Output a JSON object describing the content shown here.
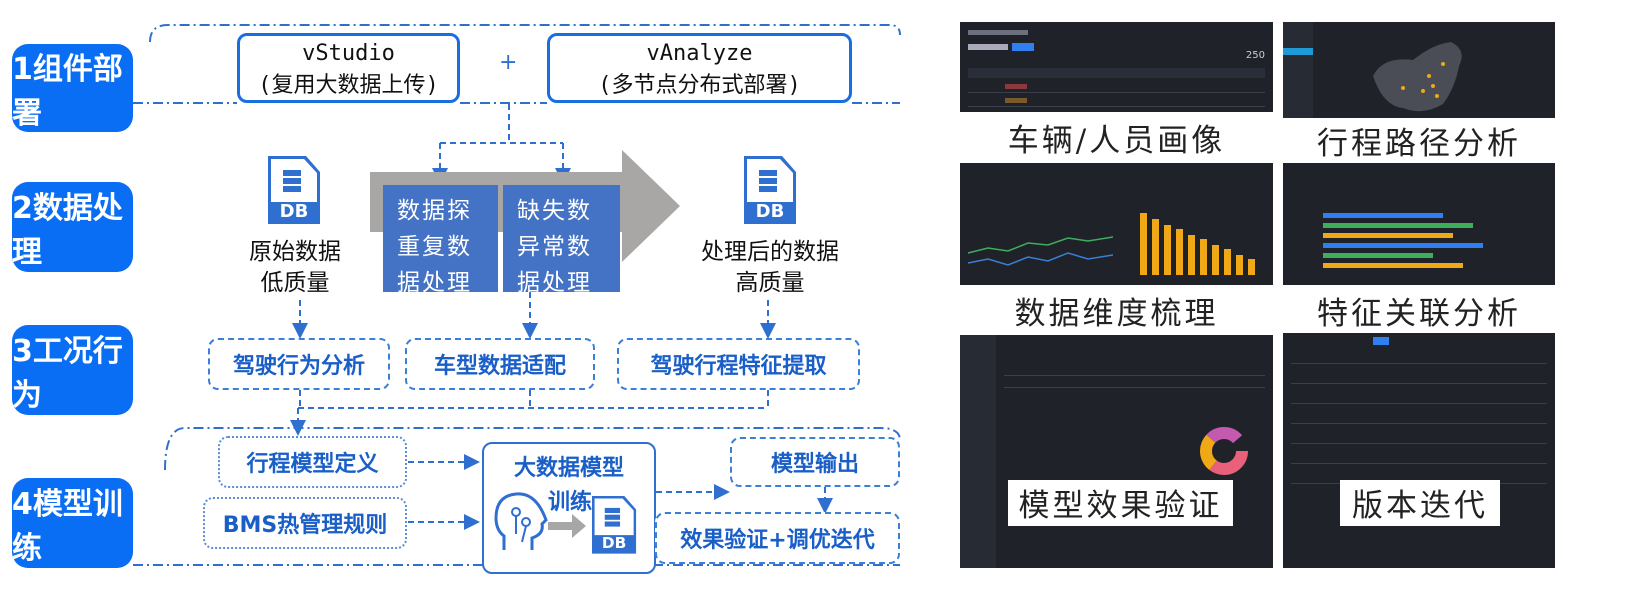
{
  "categories": [
    "1组件部署",
    "2数据处理",
    "3工况行为",
    "4模型训练"
  ],
  "row1": {
    "vstudio_title": "vStudio",
    "vstudio_sub": "(复用大数据上传)",
    "plus": "+",
    "vanalyze_title": "vAnalyze",
    "vanalyze_sub": "(多节点分布式部署)"
  },
  "row2": {
    "db": "DB",
    "raw_label": "原始数据",
    "raw_quality": "低质量",
    "process_a": [
      "数据探",
      "重复数",
      "据处理"
    ],
    "process_b": [
      "缺失数",
      "异常数",
      "据处理"
    ],
    "processed_label": "处理后的数据",
    "processed_quality": "高质量"
  },
  "row3": [
    "驾驶行为分析",
    "车型数据适配",
    "驾驶行程特征提取"
  ],
  "row4": {
    "trip_model": "行程模型定义",
    "bms": "BMS热管理规则",
    "training_1": "大数据模型",
    "training_2": "训练",
    "output": "模型输出",
    "verify": "效果验证+调优迭代"
  },
  "screens": {
    "captions": [
      "车辆/人员画像",
      "行程路径分析",
      "数据维度梳理",
      "特征关联分析",
      "模型效果验证",
      "版本迭代"
    ],
    "vehicle_count": "250"
  },
  "colors": {
    "category": "#0a6ef5",
    "process": "#4472c4",
    "dashed": "#3b7fd6",
    "screen_bg": "#1f2229",
    "bar": "#f0a817"
  }
}
